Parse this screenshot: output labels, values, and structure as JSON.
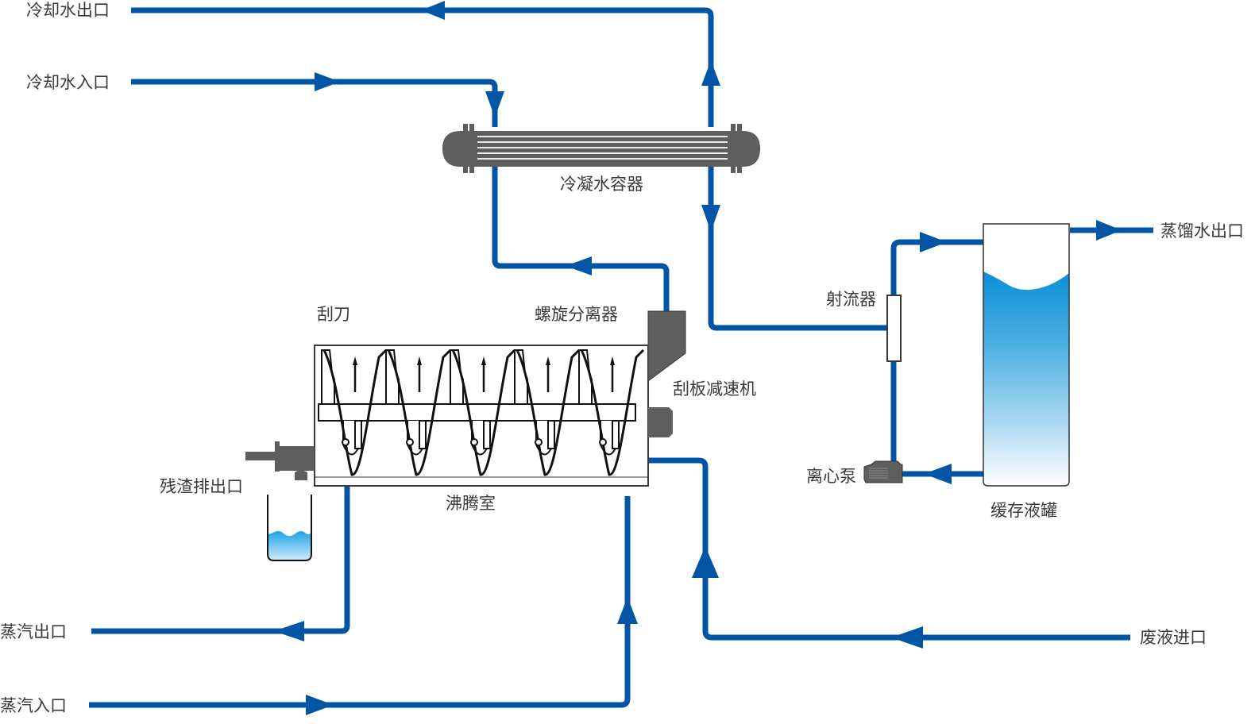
{
  "diagram": {
    "title": "刮板蒸发器工艺流程图",
    "colors": {
      "pipe": "#0255a5",
      "equipment": "#5f5e5e",
      "water_top": "#0a8fd8",
      "water_bottom": "#ffffff",
      "label": "#3a3a3a"
    },
    "labels": {
      "cooling_water_outlet": "冷却水出口",
      "cooling_water_inlet": "冷却水入口",
      "condenser": "冷凝水容器",
      "scraper_blade": "刮刀",
      "cyclone_separator": "螺旋分离器",
      "scraper_reducer": "刮板减速机",
      "residue_outlet": "残渣排出口",
      "boiling_chamber": "沸腾室",
      "steam_outlet": "蒸汽出口",
      "steam_inlet": "蒸汽入口",
      "waste_liquid_inlet": "废液进口",
      "ejector": "射流器",
      "centrifugal_pump": "离心泵",
      "buffer_tank": "缓存液罐",
      "distilled_water_outlet": "蒸馏水出口"
    },
    "flows": [
      {
        "name": "cooling-water-in",
        "from": "冷却水入口",
        "to": "冷凝水容器",
        "direction": "right-then-down"
      },
      {
        "name": "cooling-water-out",
        "from": "冷凝水容器",
        "to": "冷却水出口",
        "direction": "up-then-left"
      },
      {
        "name": "vapor-to-condenser",
        "from": "螺旋分离器",
        "to": "冷凝水容器",
        "direction": "up-left-up"
      },
      {
        "name": "condensate-to-ejector",
        "from": "冷凝水容器",
        "to": "射流器",
        "direction": "down-then-right"
      },
      {
        "name": "ejector-to-tank",
        "from": "射流器",
        "to": "缓存液罐",
        "direction": "up-then-right"
      },
      {
        "name": "tank-to-pump",
        "from": "缓存液罐",
        "to": "离心泵",
        "direction": "left"
      },
      {
        "name": "pump-to-ejector",
        "from": "离心泵",
        "to": "射流器",
        "direction": "up"
      },
      {
        "name": "distilled-out",
        "from": "缓存液罐",
        "to": "蒸馏水出口",
        "direction": "right"
      },
      {
        "name": "steam-in",
        "from": "蒸汽入口",
        "to": "沸腾室",
        "direction": "right-then-up"
      },
      {
        "name": "steam-out",
        "from": "沸腾室",
        "to": "蒸汽出口",
        "direction": "down-then-left"
      },
      {
        "name": "waste-in",
        "from": "废液进口",
        "to": "沸腾室",
        "direction": "left-then-up"
      }
    ],
    "scraper_count": 5
  }
}
